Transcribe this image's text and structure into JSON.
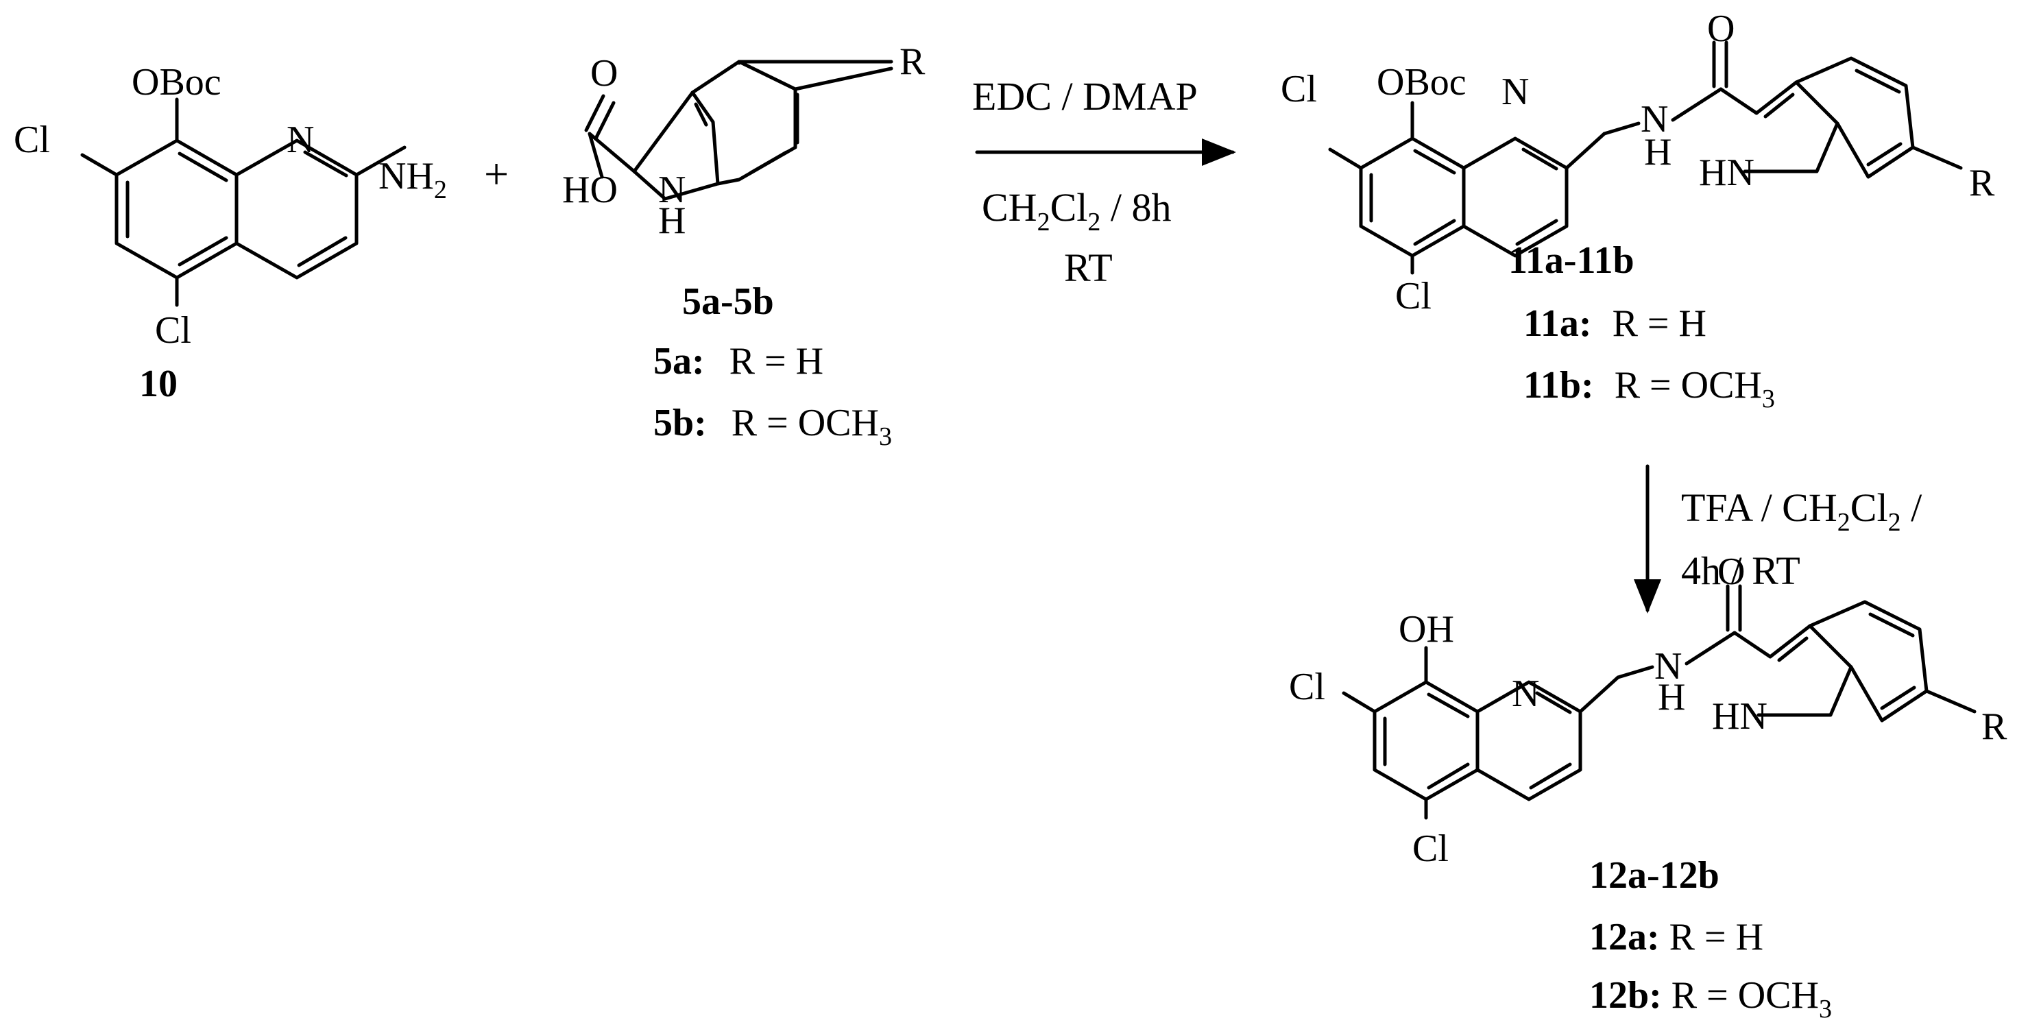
{
  "colors": {
    "ink": "#000000",
    "background": "#ffffff"
  },
  "labels": {
    "obo": "OBoc",
    "oh": "OH",
    "cl": "Cl",
    "n": "N",
    "nh": "NH",
    "h": "H",
    "hn": "HN",
    "o": "O",
    "ho": "HO",
    "r": "R",
    "plus": "+",
    "sub2": "2"
  },
  "conditions": {
    "step1": {
      "line1": "EDC / DMAP",
      "line2_prefix": "CH",
      "line2_sub1": "2",
      "line2_mid": "Cl",
      "line2_sub2": "2",
      "line2_suffix": " / 8h",
      "line3": "RT"
    },
    "step2": {
      "line1_prefix": "TFA / CH",
      "line1_sub1": "2",
      "line1_mid": "Cl",
      "line1_sub2": "2",
      "line1_suffix": " /",
      "line2": "4h / RT"
    }
  },
  "compounds": {
    "c10": {
      "label": "10"
    },
    "c5": {
      "label": "5a-5b",
      "a_id": "5a:",
      "a_def": "R = H",
      "b_id": "5b:",
      "b_def": "R = OCH",
      "b_sub": "3"
    },
    "c11": {
      "label": "11a-11b",
      "a_id": "11a:",
      "a_def": "R = H",
      "b_id": "11b:",
      "b_def": "R = OCH",
      "b_sub": "3"
    },
    "c12": {
      "label": "12a-12b",
      "a_id": "12a:",
      "a_def": " R = H",
      "b_id": "12b:",
      "b_def": " R = OCH",
      "b_sub": "3"
    }
  }
}
